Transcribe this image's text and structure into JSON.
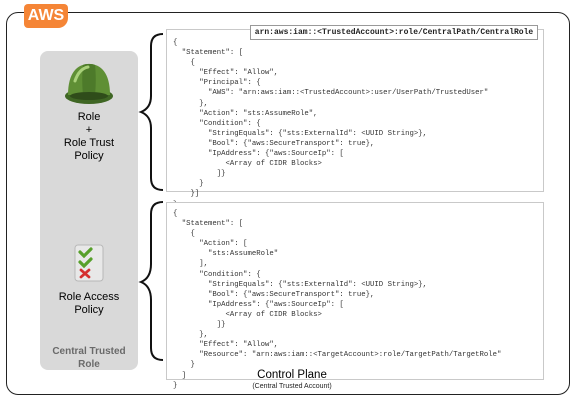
{
  "badge": {
    "label": "AWS"
  },
  "arn_label": "arn:aws:iam::<TrustedAccount>:role/CentralPath/CentralRole",
  "sidebar": {
    "role_label": [
      "Role",
      "+",
      "Role Trust",
      "Policy"
    ],
    "access_label": [
      "Role Access",
      "Policy"
    ],
    "footer": [
      "Central Trusted",
      "Role"
    ]
  },
  "trust_policy_code": "{\n  \"Statement\": [\n    {\n      \"Effect\": \"Allow\",\n      \"Principal\": {\n        \"AWS\": \"arn:aws:iam::<TrustedAccount>:user/UserPath/TrustedUser\"\n      },\n      \"Action\": \"sts:AssumeRole\",\n      \"Condition\": {\n        \"StringEquals\": {\"sts:ExternalId\": <UUID String>},\n        \"Bool\": {\"aws:SecureTransport\": true},\n        \"IpAddress\": {\"aws:SourceIp\": [\n            <Array of CIDR Blocks>\n          ]}\n      }\n    }]\n}",
  "access_policy_code": "{\n  \"Statement\": [\n    {\n      \"Action\": [\n        \"sts:AssumeRole\"\n      ],\n      \"Condition\": {\n        \"StringEquals\": {\"sts:ExternalId\": <UUID String>},\n        \"Bool\": {\"aws:SecureTransport\": true},\n        \"IpAddress\": {\"aws:SourceIp\": [\n            <Array of CIDR Blocks>\n          ]}\n      },\n      \"Effect\": \"Allow\",\n      \"Resource\": \"arn:aws:iam::<TargetAccount>:role/TargetPath/TargetRole\"\n    }\n  ]\n}",
  "footer": {
    "title": "Control Plane",
    "subtitle": "(Central Trusted Account)"
  },
  "colors": {
    "badge": "#f58536",
    "sidebar": "#d9d9d9",
    "helmet": "#5f8f35",
    "check": "#57a02b",
    "cross": "#d53030"
  }
}
